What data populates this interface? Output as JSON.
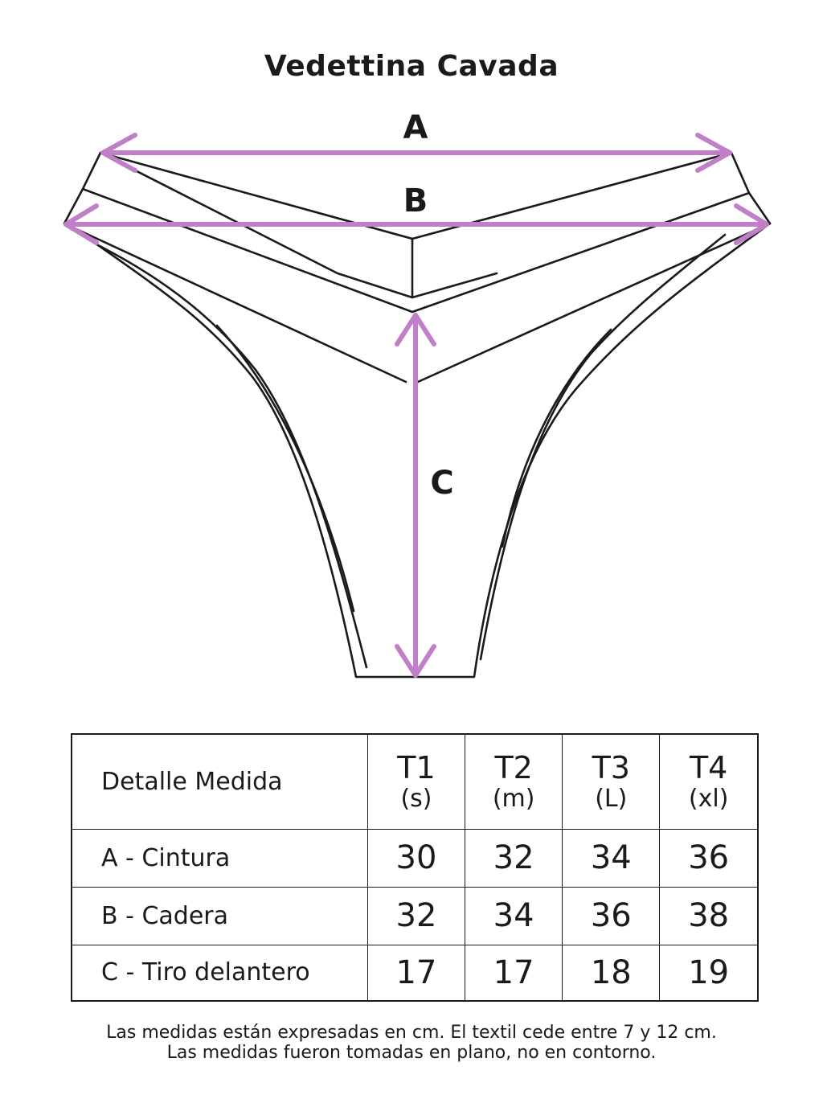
{
  "title": "Vedettina Cavada",
  "measure_labels": {
    "a": "A",
    "b": "B",
    "c": "C"
  },
  "colors": {
    "outline": "#1a1a1a",
    "arrow": "#c07fc6"
  },
  "table": {
    "header_label": "Detalle Medida",
    "sizes": [
      {
        "code": "T1",
        "sub": "(s)"
      },
      {
        "code": "T2",
        "sub": "(m)"
      },
      {
        "code": "T3",
        "sub": "(L)"
      },
      {
        "code": "T4",
        "sub": "(xl)"
      }
    ],
    "rows": [
      {
        "label": "A - Cintura",
        "values": [
          "30",
          "32",
          "34",
          "36"
        ]
      },
      {
        "label": "B - Cadera",
        "values": [
          "32",
          "34",
          "36",
          "38"
        ]
      },
      {
        "label": "C - Tiro delantero",
        "values": [
          "17",
          "17",
          "18",
          "19"
        ]
      }
    ]
  },
  "notes": [
    "Las medidas están expresadas en cm. El textil cede entre 7 y 12 cm.",
    "Las medidas fueron tomadas en plano, no en contorno."
  ]
}
